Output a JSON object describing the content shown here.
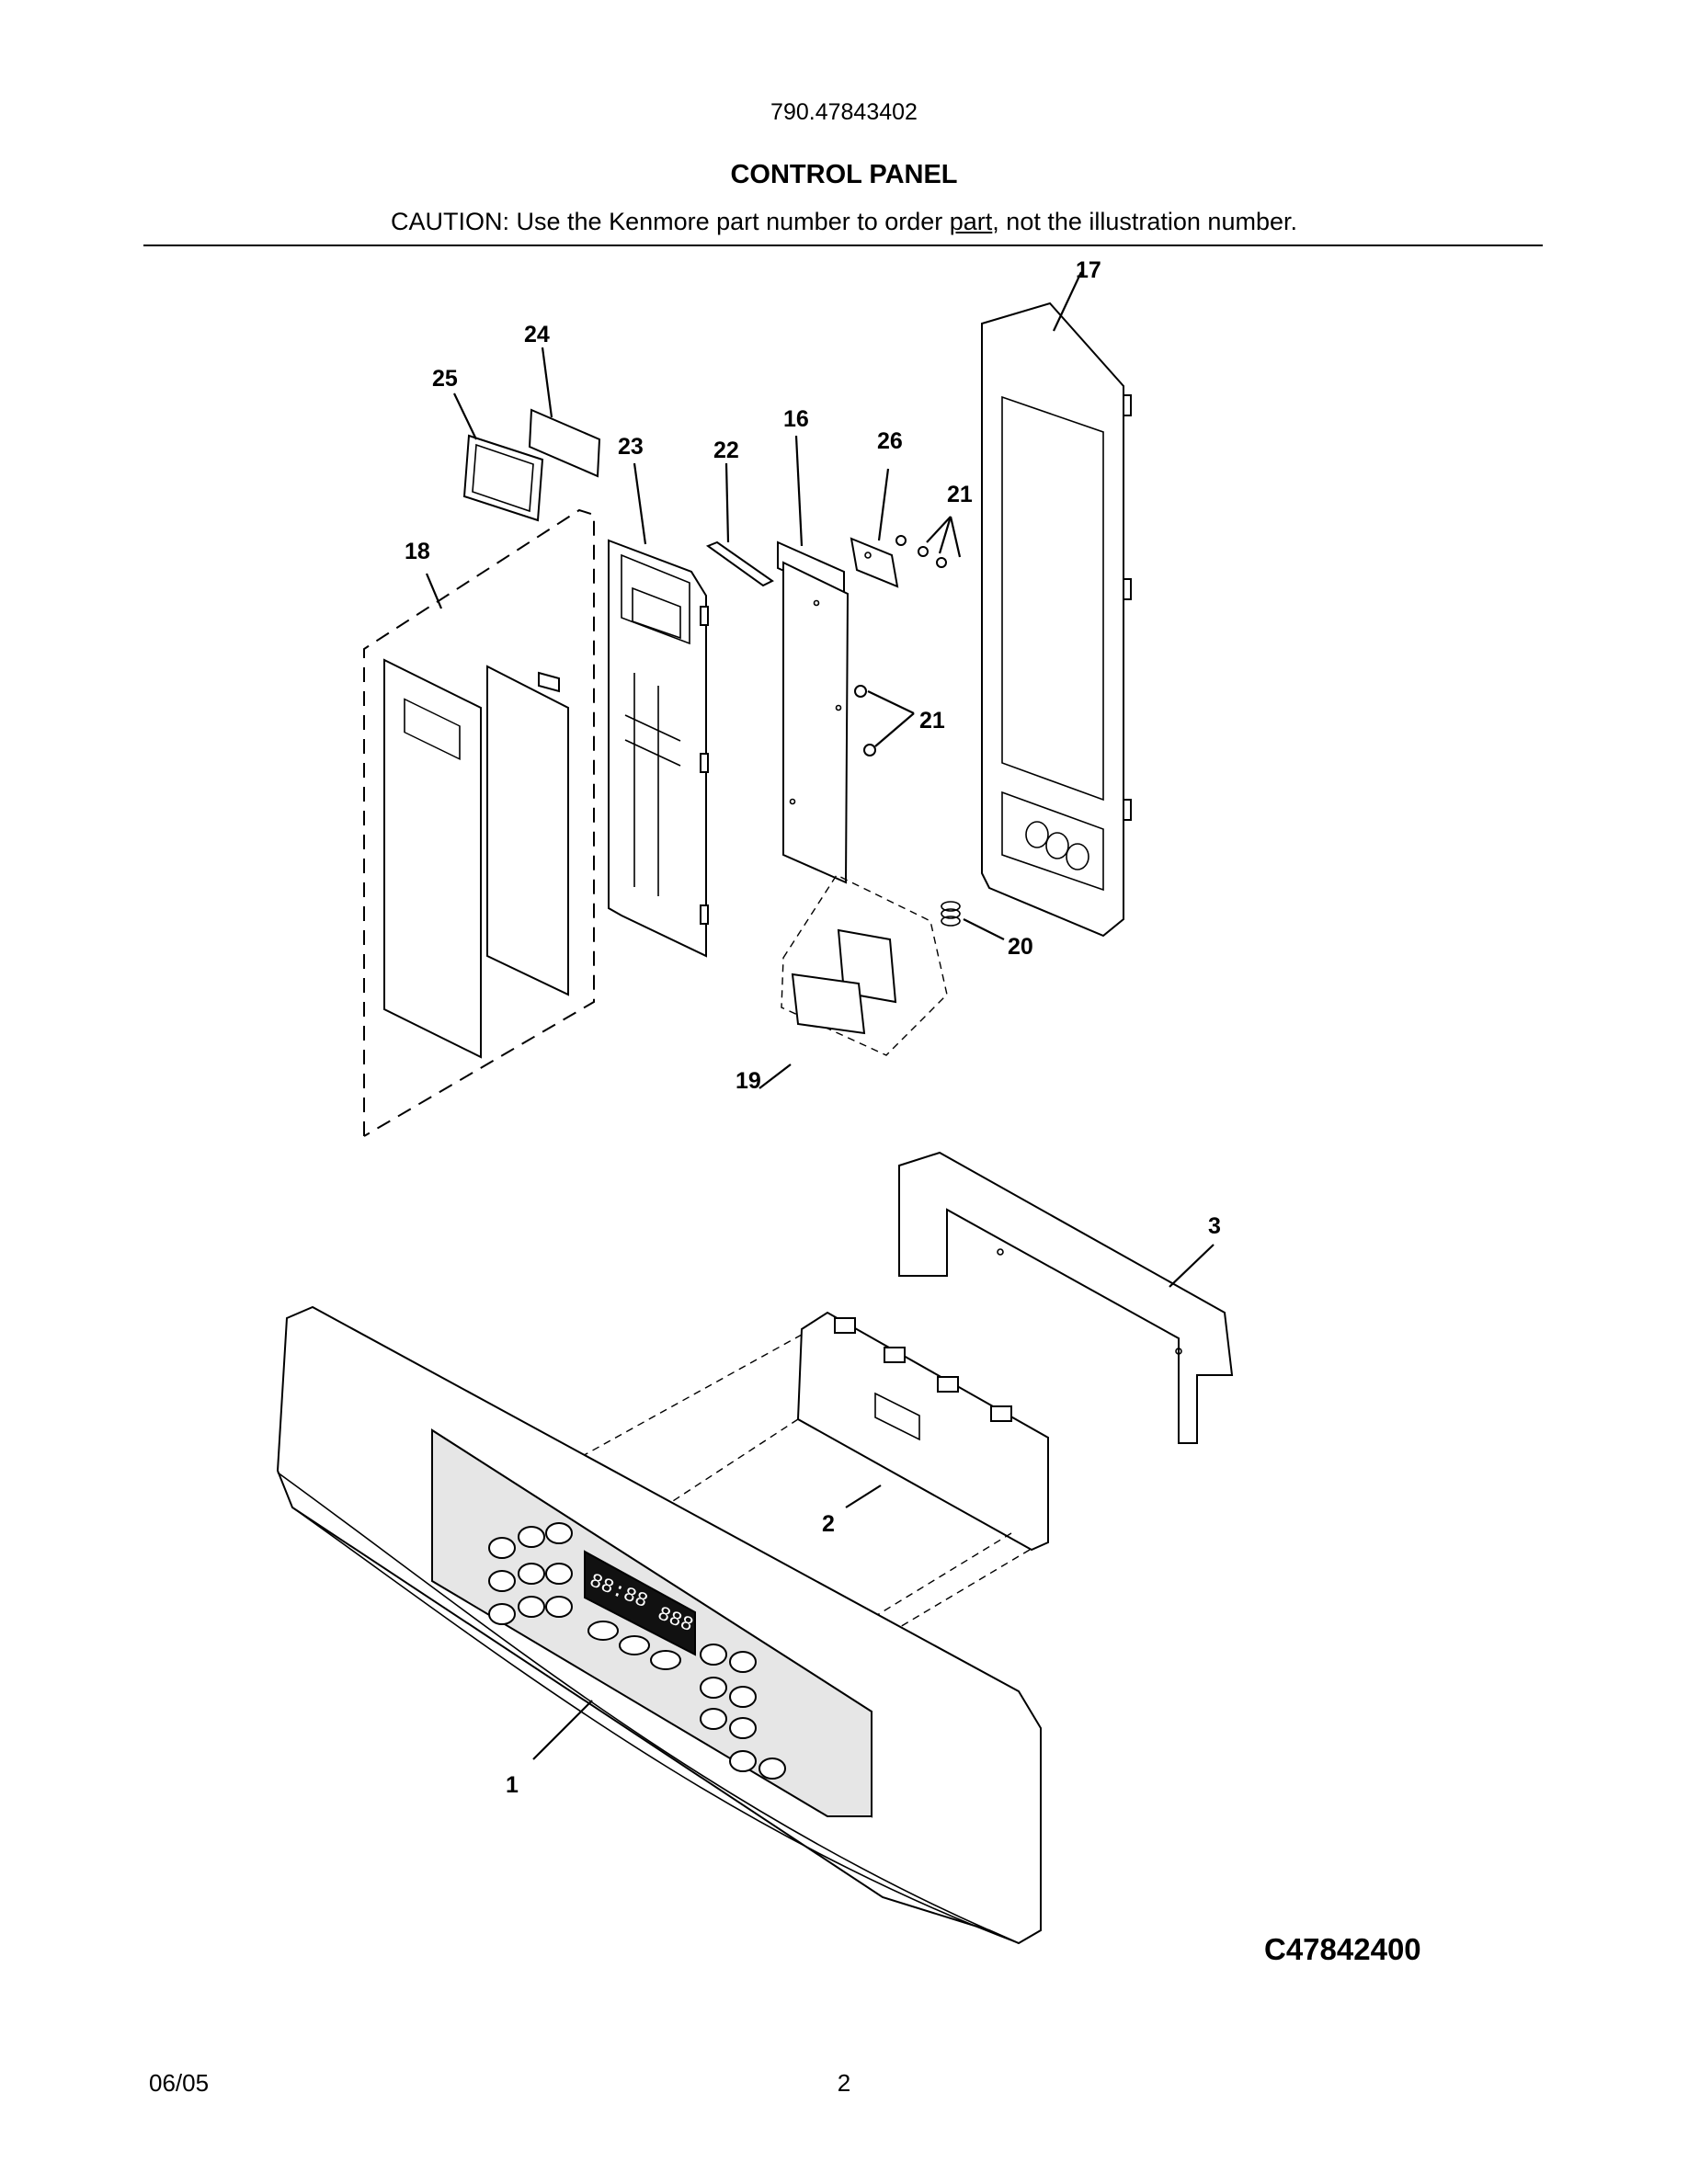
{
  "header": {
    "model_number": "790.47843402",
    "section_title": "CONTROL PANEL",
    "caution_pre": "CAUTION: Use the Kenmore part number to order ",
    "caution_underlined": "part",
    "caution_post": ", not the illustration number."
  },
  "callouts": {
    "c1": "1",
    "c2": "2",
    "c3": "3",
    "c16": "16",
    "c17": "17",
    "c18": "18",
    "c19": "19",
    "c20": "20",
    "c21a": "21",
    "c21b": "21",
    "c22": "22",
    "c23": "23",
    "c24": "24",
    "c25": "25",
    "c26": "26"
  },
  "display": {
    "left": "88:88",
    "right": "888"
  },
  "footer": {
    "diagram_code": "C47842400",
    "date": "06/05",
    "page_number": "2"
  }
}
